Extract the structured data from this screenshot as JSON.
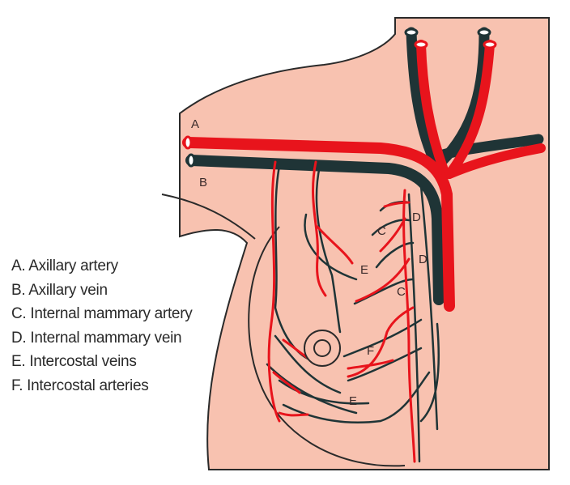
{
  "labels": {
    "a": "A",
    "b": "B",
    "c1": "C",
    "c2": "C",
    "d1": "D",
    "d2": "D",
    "e1": "E",
    "e2": "E",
    "f": "F"
  },
  "legend": [
    "A. Axillary artery",
    "B. Axillary vein",
    "C. Internal mammary artery",
    "D. Internal mammary vein",
    "E. Intercostal veins",
    "F. Intercostal arteries"
  ],
  "colors": {
    "skin": "#f8c2b0",
    "artery": "#e8141c",
    "vein": "#1f3436",
    "outline": "#2a2a2a"
  }
}
